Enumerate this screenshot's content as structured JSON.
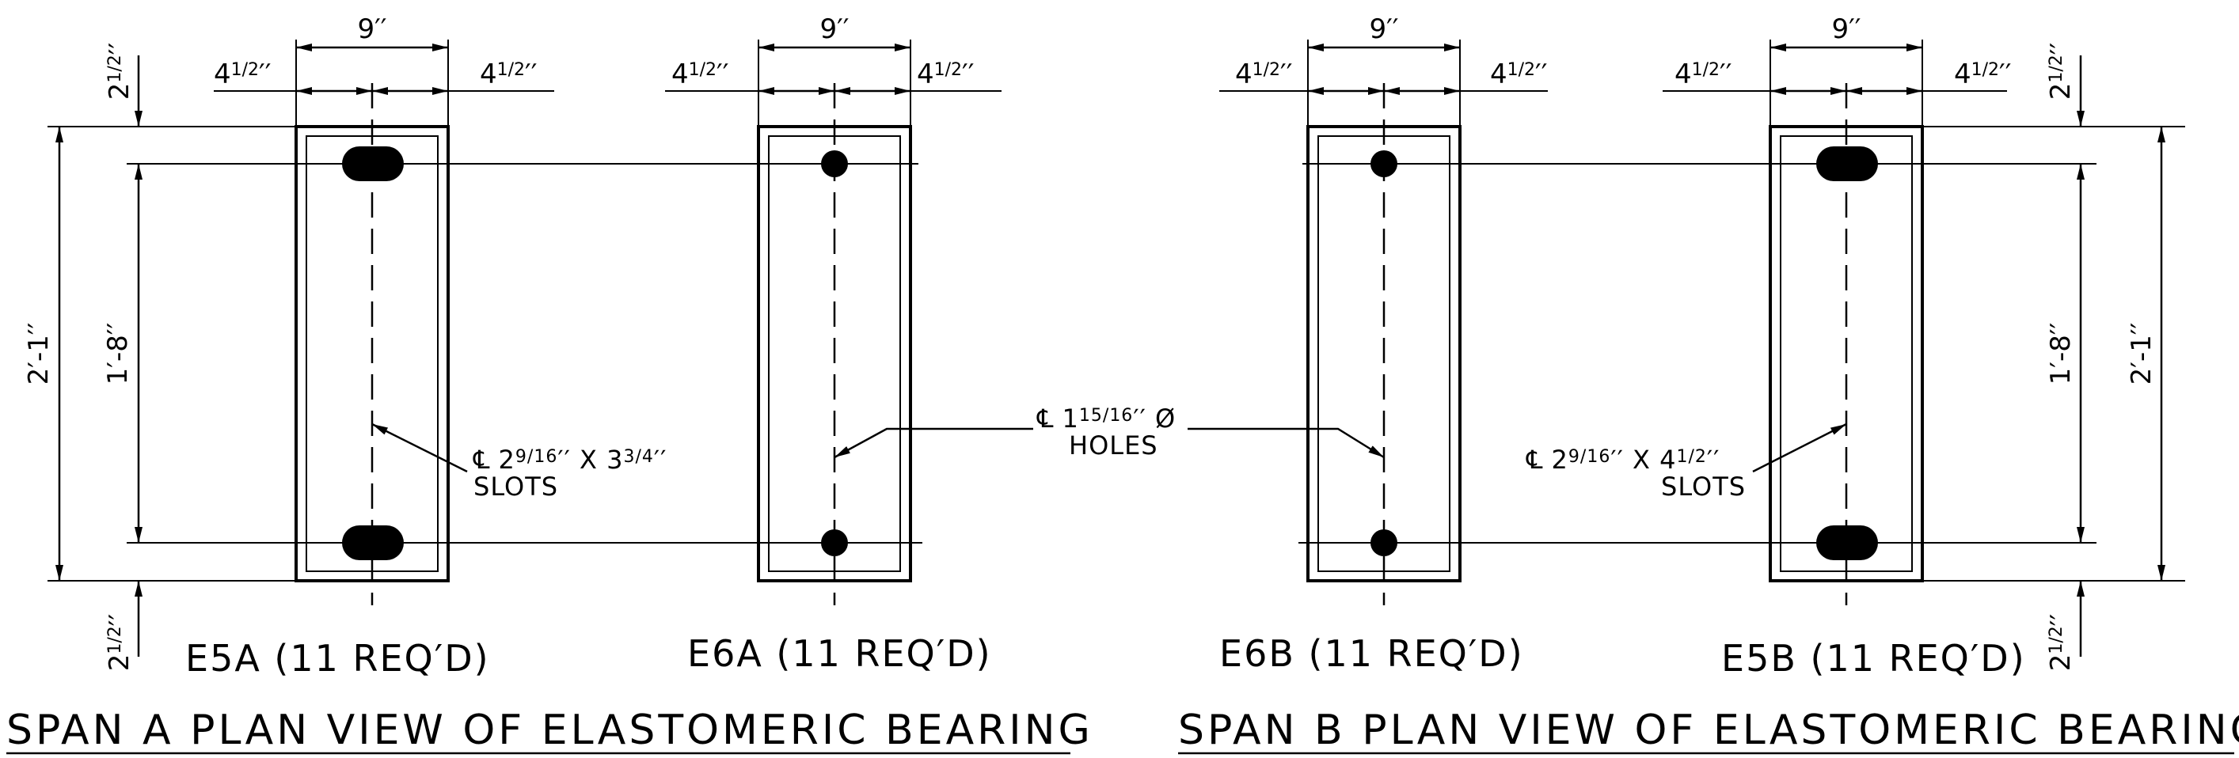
{
  "dims": {
    "width_total": "9′′",
    "half_width_whole": "4",
    "half_width_frac": "1/2",
    "edge_whole": "2",
    "edge_frac": "1/2",
    "hole_spacing": "1′-8′′",
    "plate_length": "2′-1′′"
  },
  "bearings": [
    {
      "label": "E5A (11 REQ′D)",
      "hole": "slot"
    },
    {
      "label": "E6A (11 REQ′D)",
      "hole": "round"
    },
    {
      "label": "E6B (11 REQ′D)",
      "hole": "round"
    },
    {
      "label": "E5B (11 REQ′D)",
      "hole": "slot"
    }
  ],
  "notes": {
    "slot_a": {
      "prefix": "2",
      "frac": "9/16",
      "suffix": "′′ X 3",
      "frac2": "3/4",
      "end": "′′",
      "line2": "SLOTS"
    },
    "holes": {
      "prefix": "1",
      "frac": "15/16",
      "suffix": "′′ Ø",
      "line2": "HOLES"
    },
    "slot_b": {
      "prefix": "2",
      "frac": "9/16",
      "suffix": "′′ X 4",
      "frac2": "1/2",
      "end": "′′",
      "line2": "SLOTS"
    }
  },
  "titles": {
    "span_a": "SPAN A PLAN VIEW OF ELASTOMERIC BEARING",
    "span_b": "SPAN B PLAN VIEW OF ELASTOMERIC BEARING"
  },
  "centerline_symbol": "℄",
  "colors": {
    "ink": "#000000",
    "paper": "#ffffff"
  }
}
